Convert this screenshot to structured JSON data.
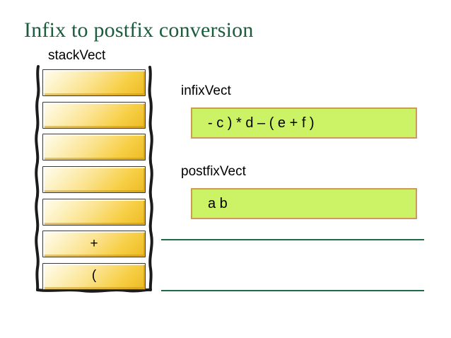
{
  "slide": {
    "title": "Infix to postfix conversion",
    "title_color": "#1a5c3c",
    "background_color": "#ffffff"
  },
  "stack": {
    "label": "stackVect",
    "cell_fill_top": "#fffdf0",
    "cell_fill_bottom": "#edbb22",
    "cell_count": 7,
    "cells": [
      {
        "index": 0,
        "value": ""
      },
      {
        "index": 1,
        "value": ""
      },
      {
        "index": 2,
        "value": ""
      },
      {
        "index": 3,
        "value": ""
      },
      {
        "index": 4,
        "value": ""
      },
      {
        "index": 5,
        "value": "+"
      },
      {
        "index": 6,
        "value": "("
      }
    ]
  },
  "infix": {
    "label": "infixVect",
    "value": "- c ) * d – ( e + f )",
    "box_fill": "#ccf266",
    "box_border": "#cd9b54"
  },
  "postfix": {
    "label": "postfixVect",
    "value": "a b",
    "box_fill": "#ccf266",
    "box_border": "#cd9b54"
  },
  "rules": {
    "color": "#1f6b46",
    "count": 2
  }
}
